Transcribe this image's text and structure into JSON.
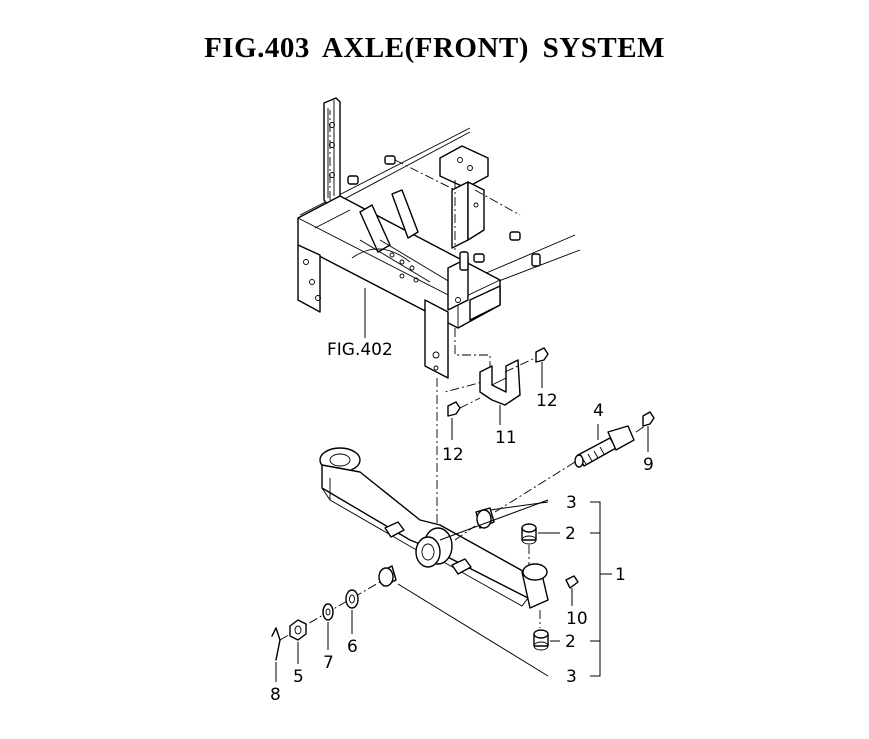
{
  "figure": {
    "title": "FIG.403  AXLE(FRONT) SYSTEM",
    "reference": "FIG.402"
  },
  "callouts": [
    {
      "id": "c1",
      "label": "1"
    },
    {
      "id": "c2a",
      "label": "2"
    },
    {
      "id": "c2b",
      "label": "2"
    },
    {
      "id": "c3a",
      "label": "3"
    },
    {
      "id": "c3b",
      "label": "3"
    },
    {
      "id": "c4",
      "label": "4"
    },
    {
      "id": "c5",
      "label": "5"
    },
    {
      "id": "c6",
      "label": "6"
    },
    {
      "id": "c7",
      "label": "7"
    },
    {
      "id": "c8",
      "label": "8"
    },
    {
      "id": "c9",
      "label": "9"
    },
    {
      "id": "c10",
      "label": "10"
    },
    {
      "id": "c11",
      "label": "11"
    },
    {
      "id": "c12a",
      "label": "12"
    },
    {
      "id": "c12b",
      "label": "12"
    }
  ]
}
